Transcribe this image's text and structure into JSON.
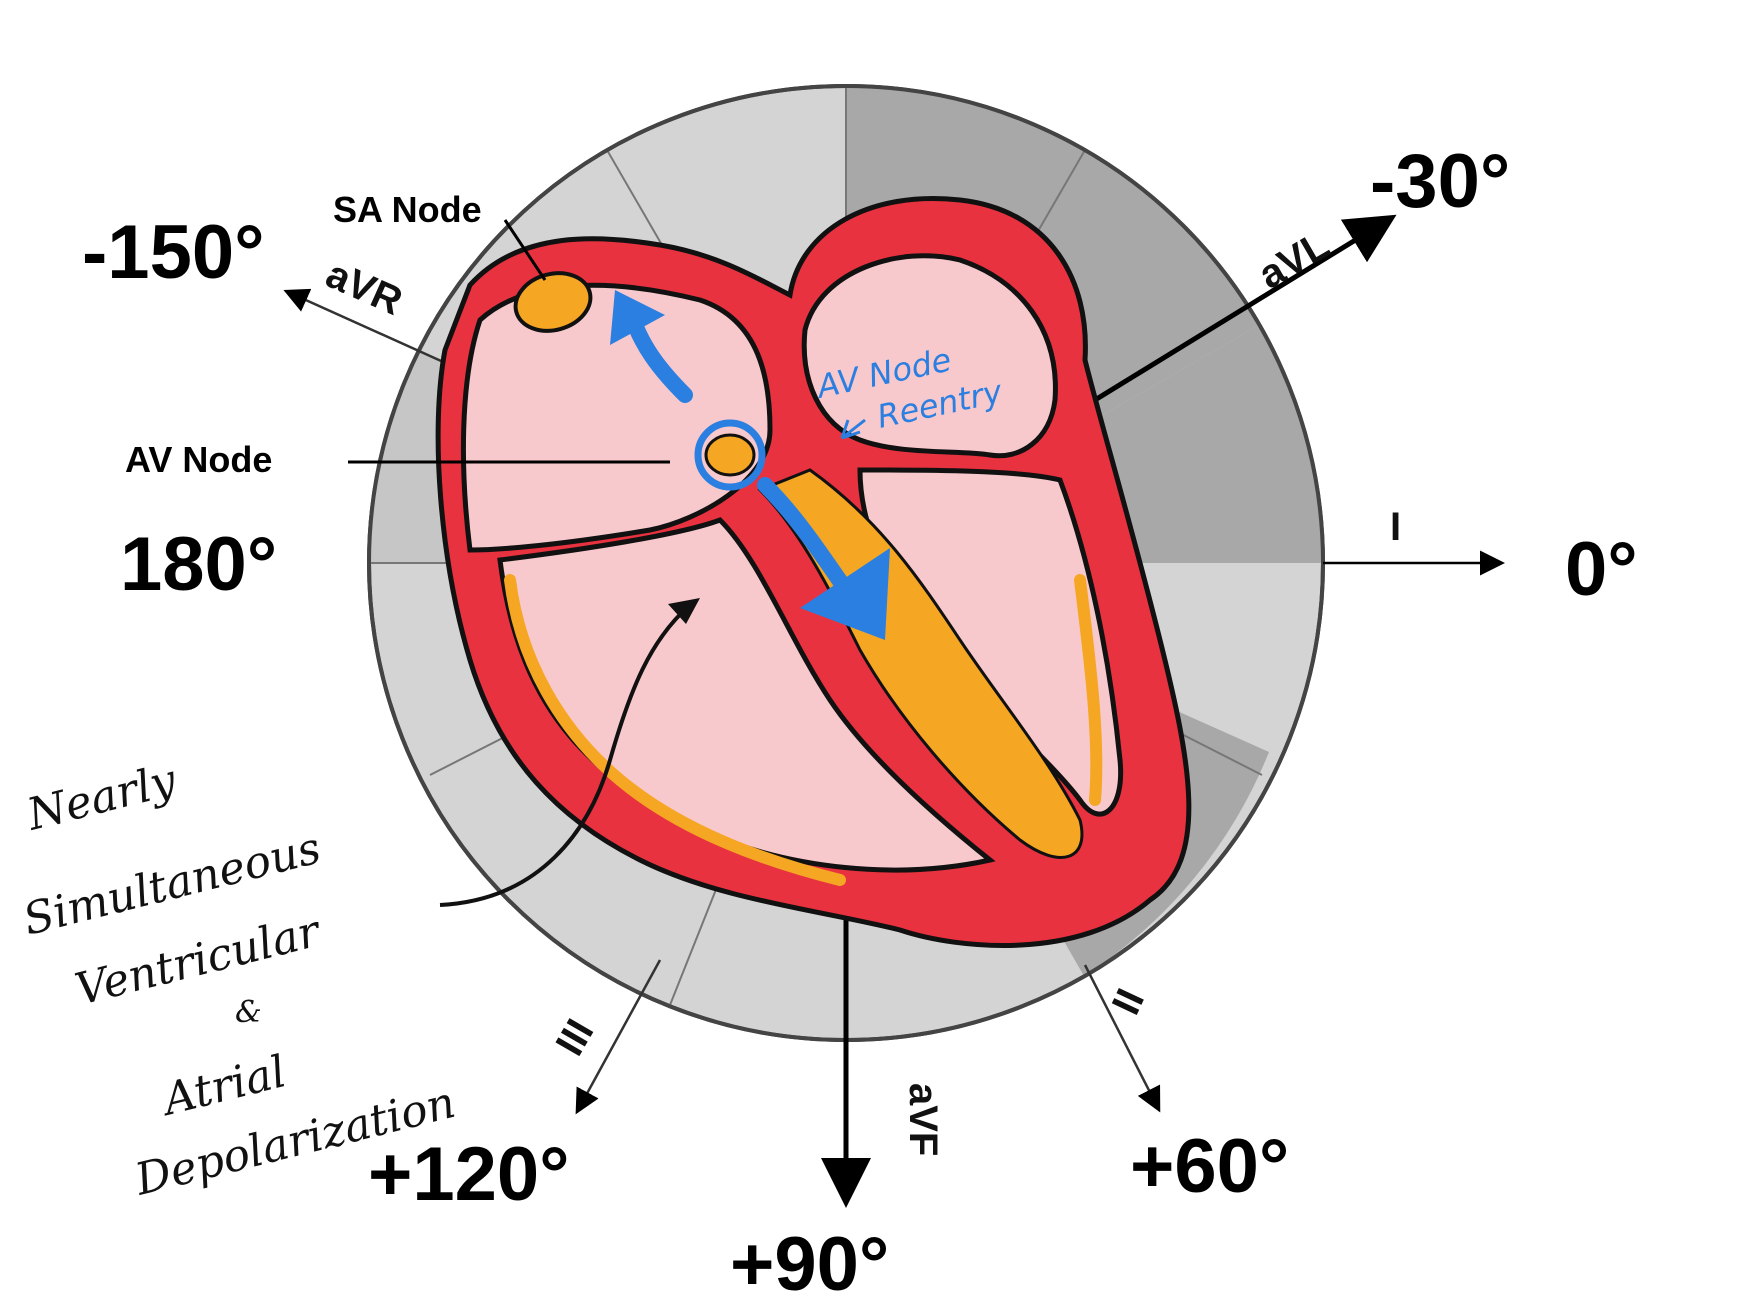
{
  "angles": {
    "neg150": "-150°",
    "neg30": "-30°",
    "deg180": "180°",
    "deg0": "0°",
    "pos120": "+120°",
    "pos90": "+90°",
    "pos60": "+60°"
  },
  "leads": {
    "aVR": "aVR",
    "aVL": "aVL",
    "I": "I",
    "II": "II",
    "III": "III",
    "aVF": "aVF"
  },
  "labels": {
    "sa_node": "SA Node",
    "av_node": "AV Node",
    "av_reentry_line1": "AV Node",
    "av_reentry_line2": "Reentry",
    "annotation_lines": [
      "Nearly",
      "Simultaneous",
      "Ventricular",
      "&",
      "Atrial",
      "Depolarization"
    ]
  },
  "colors": {
    "myocardium": "#e8323f",
    "chamber": "#f8c9cc",
    "conduction": "#f5a623",
    "arrow_blue": "#2b7fe0",
    "wheel_light": "#d4d4d4",
    "wheel_dark": "#a8a8a8"
  }
}
